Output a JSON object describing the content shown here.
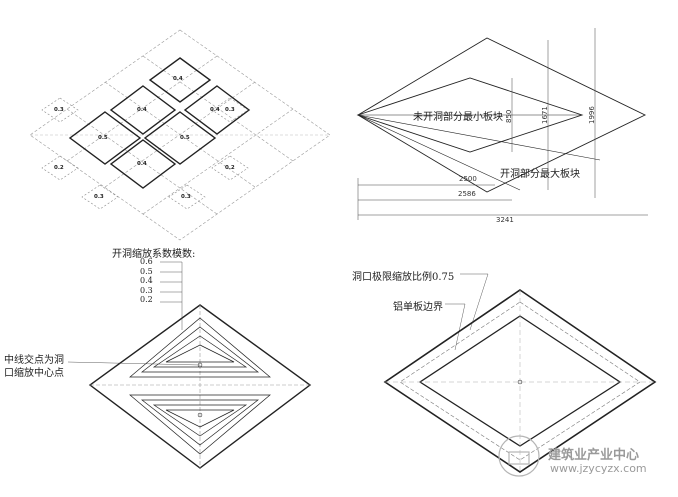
{
  "top_left": {
    "coefficients": [
      "0.4",
      "0.4",
      "0.5",
      "0.5",
      "0.4",
      "0.4",
      "0.3",
      "0.3",
      "0.2",
      "0.2",
      "0.3",
      "0.3"
    ]
  },
  "top_right": {
    "label_min": "未开洞部分最小板块",
    "label_max": "开洞部分最大板块",
    "dims": {
      "d2500": "2500",
      "d2586": "2586",
      "d3241": "3241",
      "d850": "850",
      "d1671": "1671",
      "d1996": "1996"
    }
  },
  "bottom_left": {
    "title": "开洞缩放系数模数:",
    "values": [
      "0.6",
      "0.5",
      "0.4",
      "0.3",
      "0.2"
    ],
    "center_note_line1": "中线交点为洞",
    "center_note_line2": "口缩放中心点"
  },
  "bottom_right": {
    "limit_label": "洞口极限缩放比例0.75",
    "edge_label": "铝单板边界"
  },
  "watermark": {
    "name": "建筑业产业中心",
    "url": "www.jzycyzx.com"
  }
}
